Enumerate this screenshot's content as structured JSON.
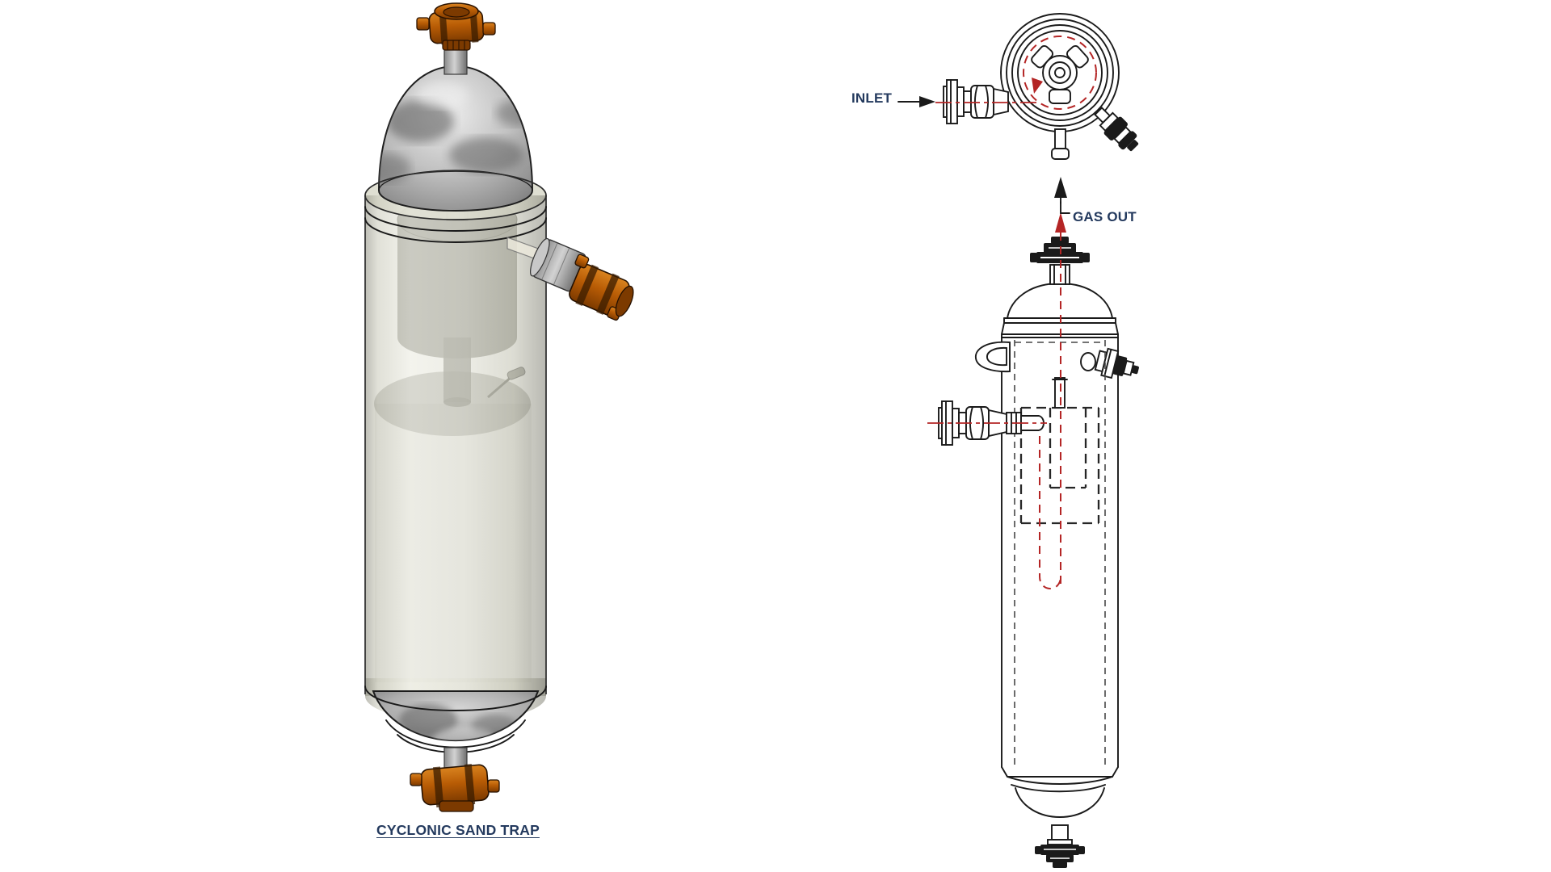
{
  "page": {
    "background": "#ffffff"
  },
  "labels": {
    "inlet": "INLET",
    "gas_out": "GAS OUT",
    "caption": "CYCLONIC SAND TRAP"
  },
  "colors": {
    "line": "#1a1a1a",
    "hidden_line": "#474747",
    "flow_red": "#b42525",
    "label_text": "#243a5e",
    "valve_orange": "#b85c05",
    "shell_beige": "#d9d9ca",
    "metal_gray": "#a8a8a8"
  }
}
